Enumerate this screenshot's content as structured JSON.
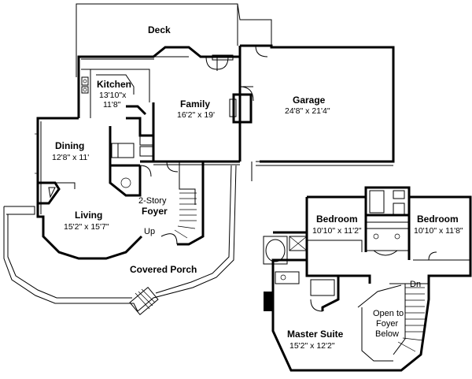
{
  "rooms": {
    "deck": {
      "name": "Deck"
    },
    "kitchen": {
      "name": "Kitchen",
      "dim1": "13'10\"x",
      "dim2": "11'8\""
    },
    "family": {
      "name": "Family",
      "dim": "16'2\" x 19'"
    },
    "garage": {
      "name": "Garage",
      "dim": "24'8\" x 21'4\""
    },
    "dining": {
      "name": "Dining",
      "dim": "12'8\" x 11'"
    },
    "foyer": {
      "name1": "2-Story",
      "name2": "Foyer"
    },
    "living": {
      "name": "Living",
      "dim": "15'2\" x 15'7\""
    },
    "up": {
      "label": "Up"
    },
    "porch": {
      "name": "Covered Porch"
    },
    "bedroom_left": {
      "name": "Bedroom",
      "dim": "10'10\" x 11'2\""
    },
    "bedroom_right": {
      "name": "Bedroom",
      "dim": "10'10\" x 11'8\""
    },
    "dn": {
      "label": "Dn"
    },
    "open_foyer": {
      "line1": "Open to",
      "line2": "Foyer",
      "line3": "Below"
    },
    "master": {
      "name": "Master Suite",
      "dim": "15'2\" x 12'2\""
    }
  },
  "colors": {
    "wall": "#000000",
    "background": "#ffffff"
  }
}
